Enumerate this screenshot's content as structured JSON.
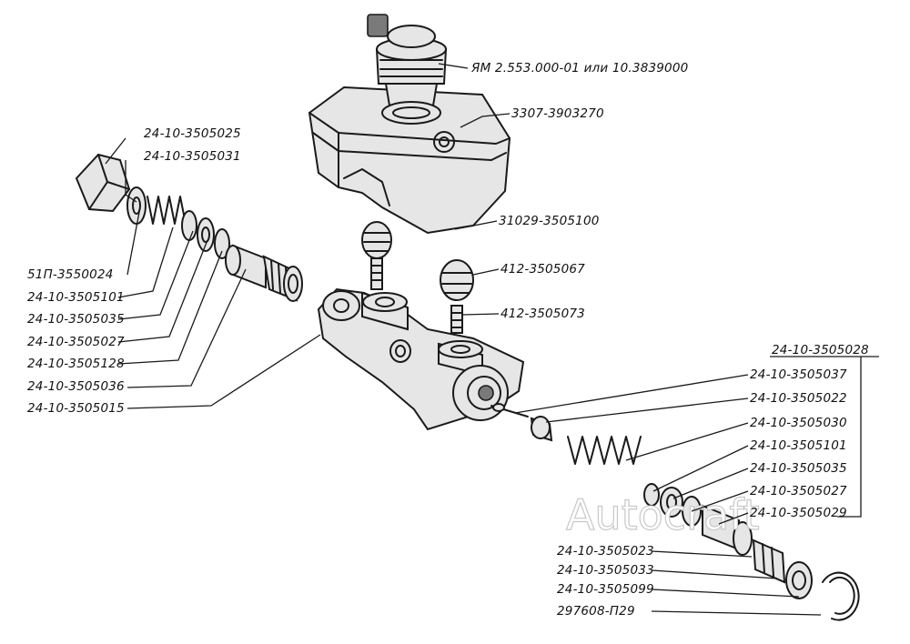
{
  "labels": {
    "sensor": "ЯМ 2.553.000-01 или 10.3839000",
    "cap": "3307-3903270",
    "reservoir": "31029-3505100",
    "left_plug": "24-10-3505025",
    "left_washer": "24-10-3505031",
    "left_spring_seat": "51П-3550024",
    "left_cup_a": "24-10-3505101",
    "left_ring": "24-10-3505035",
    "left_cup_b": "24-10-3505027",
    "left_spacer": "24-10-3505128",
    "left_piston": "24-10-3505036",
    "body": "24-10-3505015",
    "upper_grommet": "412-3505067",
    "lower_fitting": "412-3505073",
    "right_group": "24-10-3505028",
    "right_stop": "24-10-3505037",
    "right_rod": "24-10-3505022",
    "right_spring": "24-10-3505030",
    "right_cup_a": "24-10-3505101",
    "right_ring": "24-10-3505035",
    "right_cup_b": "24-10-3505027",
    "right_piston": "24-10-3505029",
    "right_sleeve": "24-10-3505023",
    "right_seal": "24-10-3505033",
    "right_washer": "24-10-3505099",
    "right_circlip": "297608-П29"
  },
  "watermark": "Autocraft"
}
